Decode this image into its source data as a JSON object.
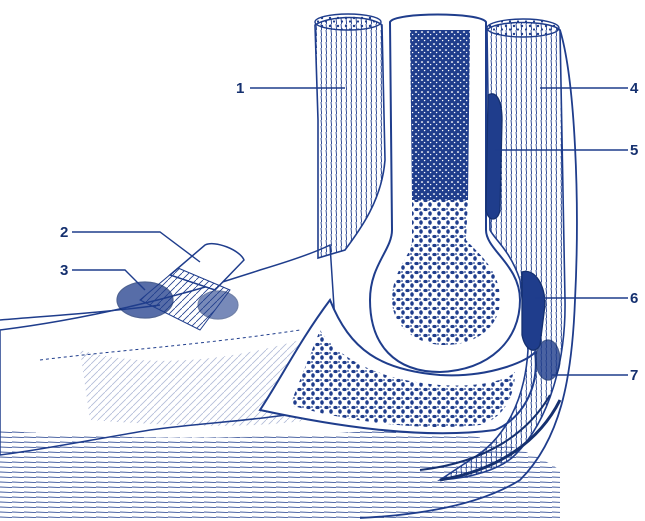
{
  "colors": {
    "ink": "#1f3d8c",
    "ink_dark": "#15306f",
    "fill_light": "#dfe6f5",
    "background": "#ffffff"
  },
  "callouts": [
    {
      "label": "1"
    },
    {
      "label": "2"
    },
    {
      "label": "3"
    },
    {
      "label": "4"
    },
    {
      "label": "5"
    },
    {
      "label": "6"
    },
    {
      "label": "7"
    }
  ]
}
